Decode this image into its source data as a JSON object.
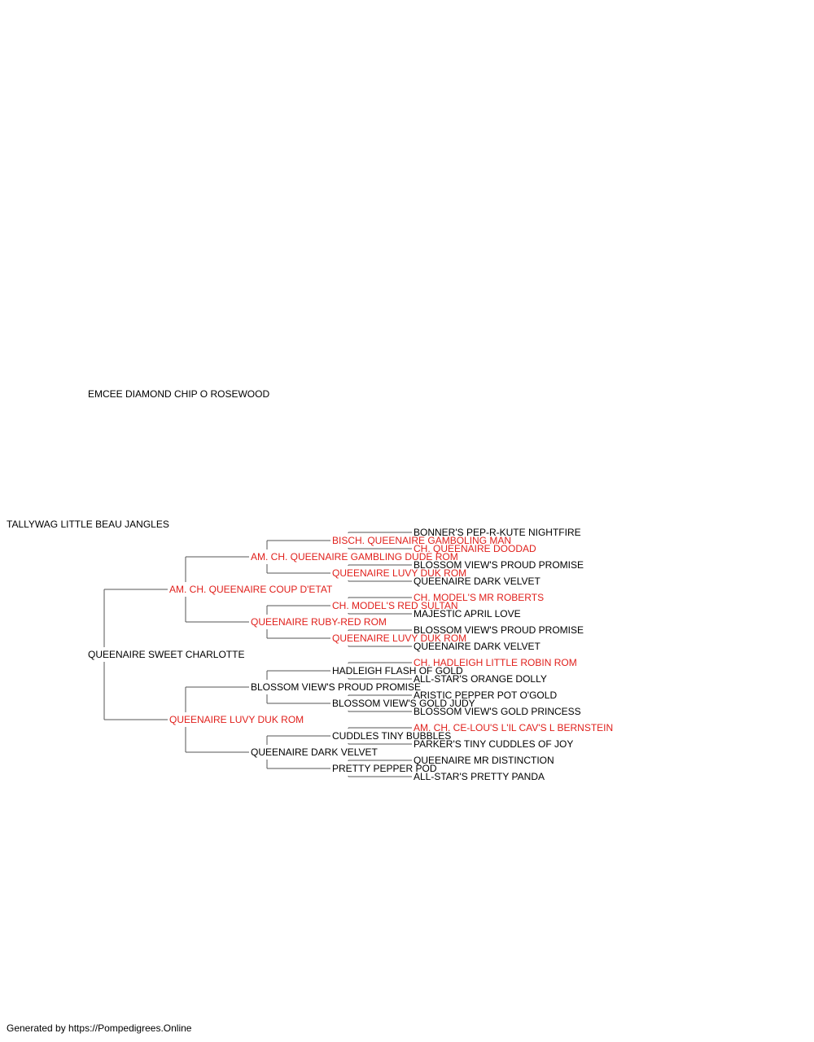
{
  "colors": {
    "titled": "#e0201c",
    "plain": "#000000",
    "line": "#555555"
  },
  "footer": "Generated by https://Pompedigrees.Online",
  "pedigree": {
    "name": "TALLYWAG LITTLE BEAU JANGLES",
    "titled": false,
    "sire": {
      "name": "EMCEE DIAMOND CHIP O ROSEWOOD",
      "titled": false
    },
    "dam": {
      "name": "QUEENAIRE SWEET CHARLOTTE",
      "titled": false,
      "sire": {
        "name": "AM. CH. QUEENAIRE COUP D'ETAT",
        "titled": true,
        "sire": {
          "name": "AM. CH. QUEENAIRE GAMBLING DUDE ROM",
          "titled": true,
          "sire": {
            "name": "BISCH. QUEENAIRE GAMBOLING MAN",
            "titled": true,
            "sire": {
              "name": "BONNER'S PEP-R-KUTE NIGHTFIRE",
              "titled": false
            },
            "dam": {
              "name": "CH. QUEENAIRE DOODAD",
              "titled": true
            }
          },
          "dam": {
            "name": "QUEENAIRE LUVY DUK ROM",
            "titled": true,
            "sire": {
              "name": "BLOSSOM VIEW'S PROUD PROMISE",
              "titled": false
            },
            "dam": {
              "name": "QUEENAIRE DARK VELVET",
              "titled": false
            }
          }
        },
        "dam": {
          "name": "QUEENAIRE RUBY-RED ROM",
          "titled": true,
          "sire": {
            "name": "CH. MODEL'S RED SULTAN",
            "titled": true,
            "sire": {
              "name": "CH. MODEL'S MR ROBERTS",
              "titled": true
            },
            "dam": {
              "name": "MAJESTIC APRIL LOVE",
              "titled": false
            }
          },
          "dam": {
            "name": "QUEENAIRE LUVY DUK ROM",
            "titled": true,
            "sire": {
              "name": "BLOSSOM VIEW'S PROUD PROMISE",
              "titled": false
            },
            "dam": {
              "name": "QUEENAIRE DARK VELVET",
              "titled": false
            }
          }
        }
      },
      "dam": {
        "name": "QUEENAIRE LUVY DUK ROM",
        "titled": true,
        "sire": {
          "name": "BLOSSOM VIEW'S PROUD PROMISE",
          "titled": false,
          "sire": {
            "name": "HADLEIGH FLASH OF GOLD",
            "titled": false,
            "sire": {
              "name": "CH. HADLEIGH LITTLE ROBIN ROM",
              "titled": true
            },
            "dam": {
              "name": "ALL-STAR'S ORANGE DOLLY",
              "titled": false
            }
          },
          "dam": {
            "name": "BLOSSOM VIEW'S GOLD JUDY",
            "titled": false,
            "sire": {
              "name": "ARISTIC PEPPER POT O'GOLD",
              "titled": false
            },
            "dam": {
              "name": "BLOSSOM VIEW'S GOLD PRINCESS",
              "titled": false
            }
          }
        },
        "dam": {
          "name": "QUEENAIRE DARK VELVET",
          "titled": false,
          "sire": {
            "name": "CUDDLES TINY BUBBLES",
            "titled": false,
            "sire": {
              "name": "AM. CH. CE-LOU'S L'IL CAV'S L BERNSTEIN",
              "titled": true
            },
            "dam": {
              "name": "PARKER'S TINY CUDDLES OF JOY",
              "titled": false
            }
          },
          "dam": {
            "name": "PRETTY PEPPER POD",
            "titled": false,
            "sire": {
              "name": "QUEENAIRE MR DISTINCTION",
              "titled": false
            },
            "dam": {
              "name": "ALL-STAR'S PRETTY PANDA",
              "titled": false
            }
          }
        }
      }
    }
  }
}
